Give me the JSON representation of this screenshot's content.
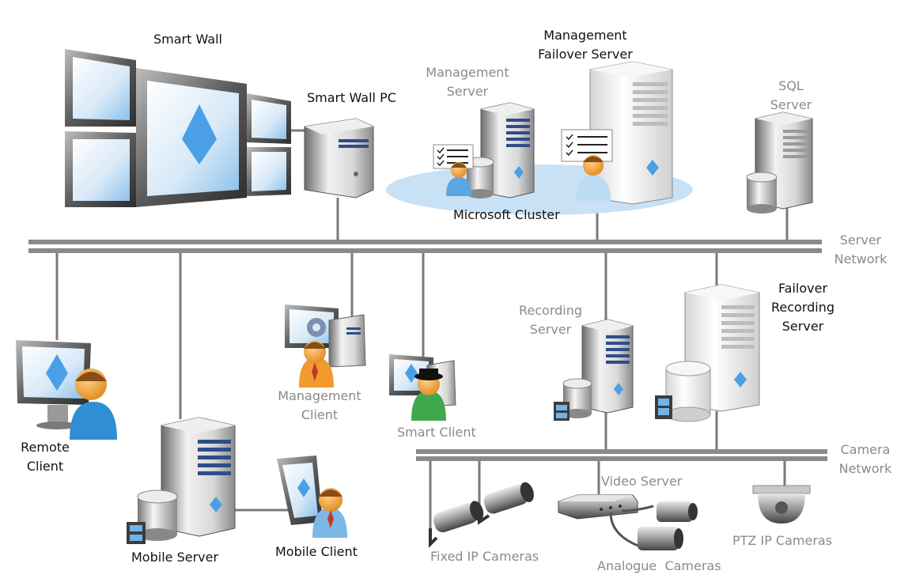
{
  "colors": {
    "network_line": "#8a8a8a",
    "connector": "#7a7a7a",
    "diamond_blue": "#4a9fe6",
    "cluster_ellipse": "#c9e1f4",
    "label_dark": "#111111",
    "label_gray": "#8a8a8a"
  },
  "icons": [
    "video-wall-icon",
    "pc-tower-icon",
    "server-tower-icon",
    "database-icon",
    "user-icon",
    "checklist-icon",
    "monitor-icon",
    "camera-icon",
    "dome-camera-icon",
    "video-encoder-icon",
    "tablet-icon",
    "film-strip-icon"
  ],
  "labels": {
    "smart_wall": "Smart Wall",
    "smart_wall_pc": "Smart Wall PC",
    "management_server": [
      "Management",
      "Server"
    ],
    "management_failover_server": [
      "Management",
      "Failover Server"
    ],
    "sql_server": [
      "SQL",
      "Server"
    ],
    "microsoft_cluster": "Microsoft Cluster",
    "server_network": [
      "Server",
      "Network"
    ],
    "failover_recording_server": [
      "Failover",
      "Recording",
      "Server"
    ],
    "recording_server": [
      "Recording",
      "Server"
    ],
    "management_client": [
      "Management",
      "Client"
    ],
    "smart_client": "Smart Client",
    "remote_client": [
      "Remote",
      "Client"
    ],
    "camera_network": [
      "Camera",
      "Network"
    ],
    "video_server": "Video Server",
    "fixed_ip_cameras": "Fixed IP Cameras",
    "analogue_cameras": "Analogue  Cameras",
    "ptz_ip_cameras": "PTZ IP Cameras",
    "mobile_server": "Mobile Server",
    "mobile_client": "Mobile Client"
  }
}
